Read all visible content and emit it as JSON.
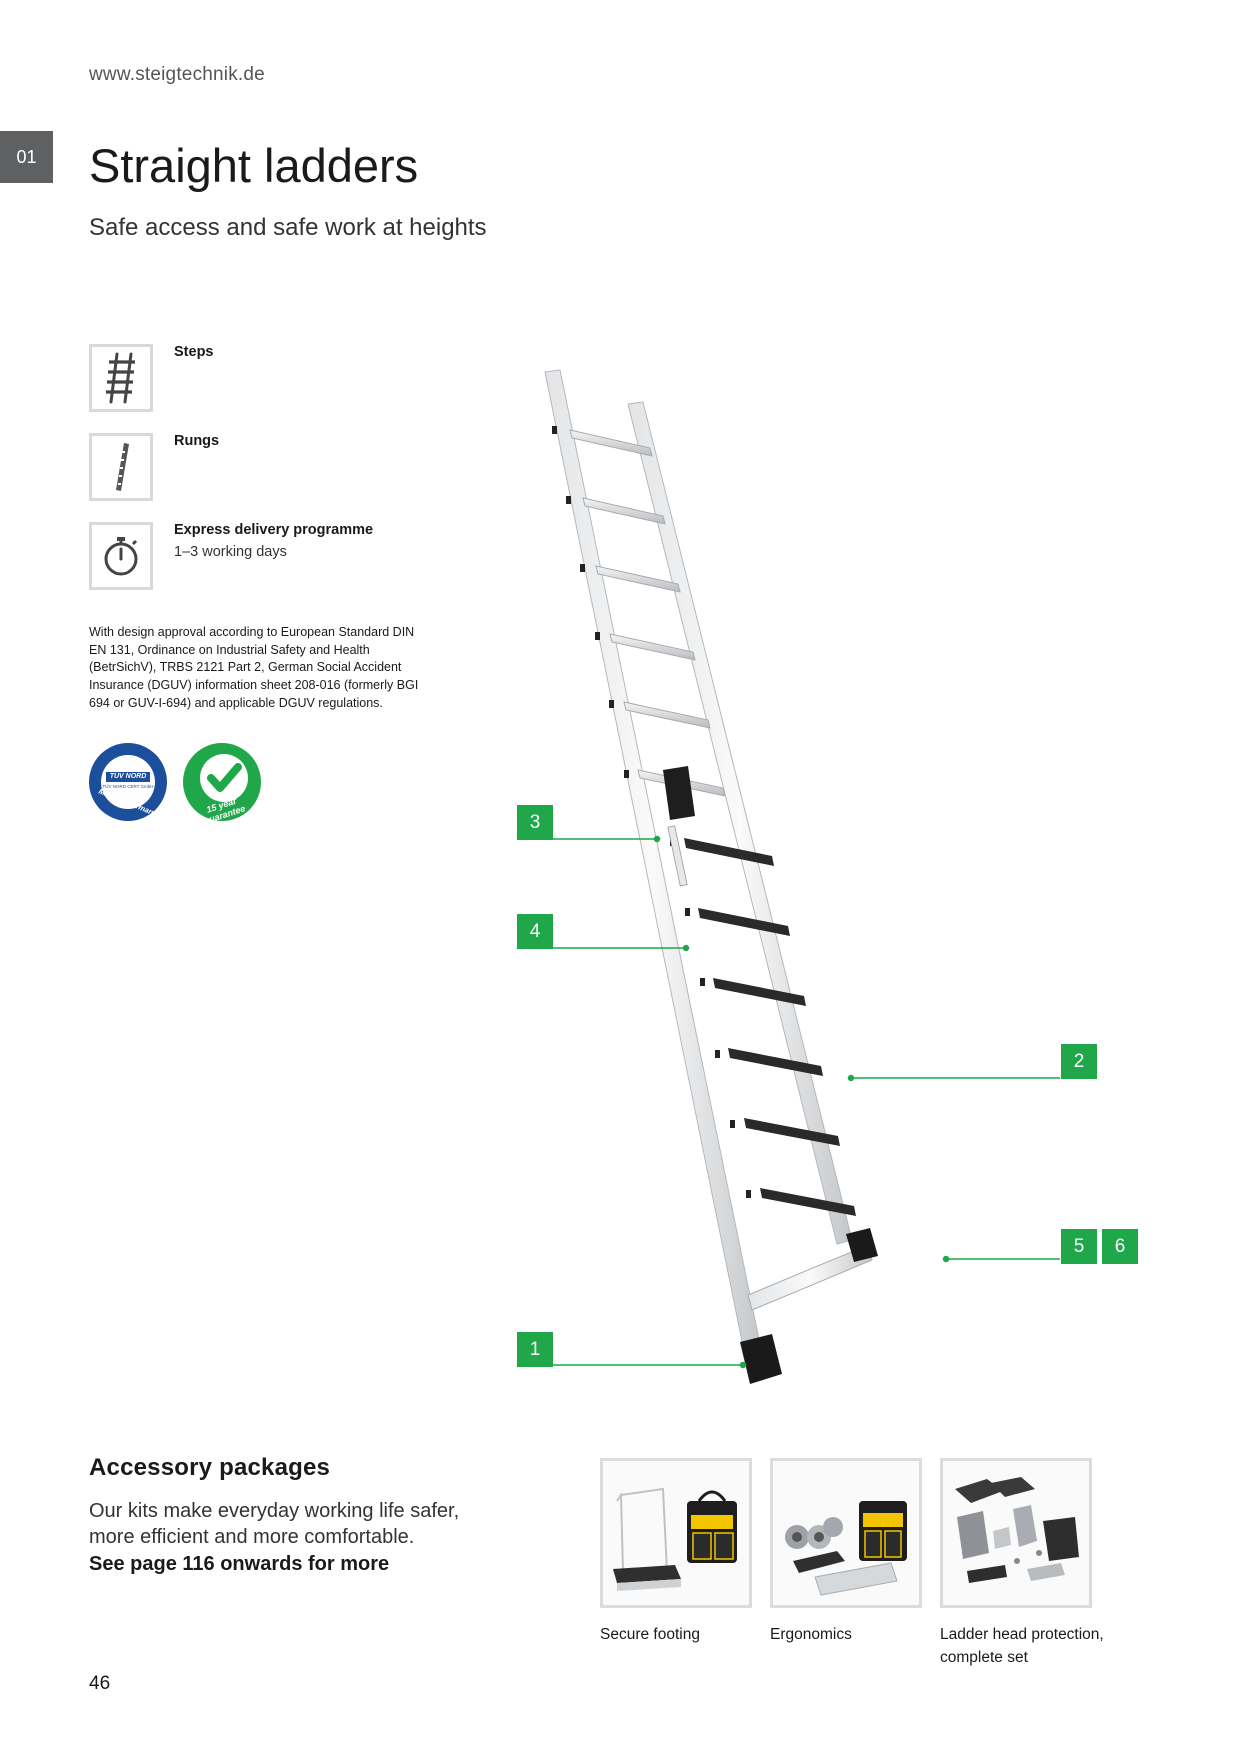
{
  "header": {
    "url": "www.steigtechnik.de",
    "chapter": "01",
    "title": "Straight ladders",
    "subtitle": "Safe access and safe work at heights"
  },
  "features": [
    {
      "title": "Steps",
      "subtitle": "",
      "icon": "steps-ladder-icon"
    },
    {
      "title": "Rungs",
      "subtitle": "",
      "icon": "rungs-ladder-icon"
    },
    {
      "title": "Express delivery programme",
      "subtitle": "1–3 working days",
      "icon": "stopwatch-icon"
    }
  ],
  "approval_text": "With design approval according to European Standard DIN EN 131, Ordinance on Industrial Safety and Health (BetrSichV), TRBS 2121 Part 2, German Social Accident Insurance (DGUV) information sheet 208-016 (formerly BGI 694 or GUV-I-694) and applicable DGUV regulations.",
  "badges": {
    "tuv": {
      "brand": "TÜV NORD",
      "sub": "TÜV NORD CERT GmbH",
      "ring": "Made in Germany",
      "color": "#1b4f9c"
    },
    "guarantee": {
      "ring": "15 year guarantee",
      "color": "#1fa74a"
    }
  },
  "callouts": [
    "3",
    "4",
    "2",
    "5",
    "6",
    "1"
  ],
  "accessories": {
    "title": "Accessory packages",
    "lines": [
      "Our kits make everyday working life safer,",
      "more efficient and more comfortable."
    ],
    "link": "See page 116 onwards for more",
    "kits": [
      {
        "label": "Secure footing"
      },
      {
        "label": "Ergonomics"
      },
      {
        "label_line1": "Ladder head protection,",
        "label_line2": "complete set"
      }
    ]
  },
  "page_number": "46",
  "colors": {
    "accent": "#1fa74a",
    "chapter_tab": "#5f6062",
    "tuv_blue": "#1b4f9c"
  }
}
